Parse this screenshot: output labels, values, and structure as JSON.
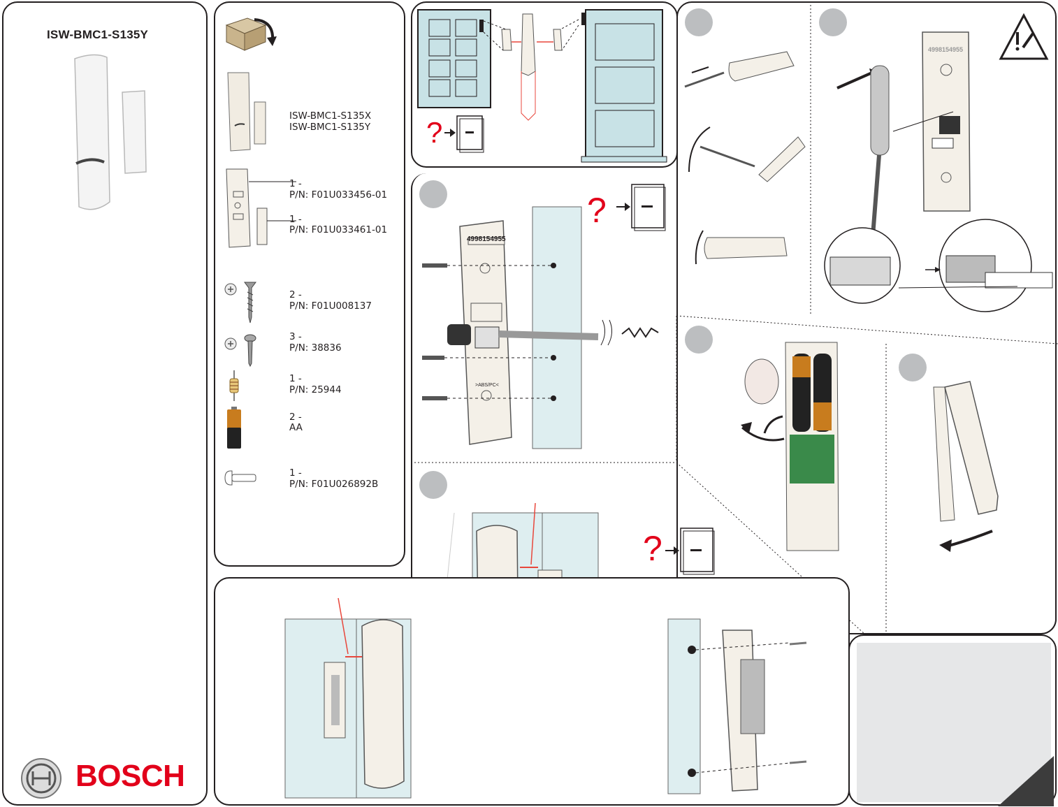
{
  "product": {
    "model": "ISW-BMC1-S135Y",
    "brand": "BOSCH"
  },
  "box_contents": {
    "variants": [
      "ISW-BMC1-S135X",
      "ISW-BMC1-S135Y"
    ],
    "items": [
      {
        "qty": "1 -",
        "part": "P/N: F01U033456-01"
      },
      {
        "qty": "1 -",
        "part": "P/N: F01U033461-01"
      },
      {
        "qty": "2 -",
        "part": "P/N: F01U008137"
      },
      {
        "qty": "3 -",
        "part": "P/N: 38836"
      },
      {
        "qty": "1 -",
        "part": "P/N: 25944"
      },
      {
        "qty": "2 -",
        "part": "AA"
      },
      {
        "qty": "1 -",
        "part": "P/N: F01U026892B"
      }
    ]
  },
  "labels": {
    "serial_wall": "4998154955",
    "serial_open": "4998154955",
    "recycle_code": ">ABS/PC<",
    "question_mark": "?",
    "book_mark": "—"
  },
  "colors": {
    "outline": "#231f20",
    "step_circle": "#bcbec0",
    "wall_fill": "#deeef0",
    "brand_red": "#e2001a",
    "arrow_red": "#e8473c",
    "corner_bg": "#e6e7e8"
  },
  "icons": [
    "open-box-icon",
    "manual-book-icon",
    "warning-triangle-icon",
    "bosch-logo-icon"
  ]
}
